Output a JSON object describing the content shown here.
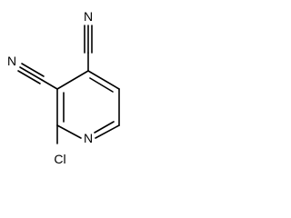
{
  "atoms": {
    "n_top": "N",
    "n_left": "N",
    "n_ring": "N",
    "cl": "Cl"
  }
}
